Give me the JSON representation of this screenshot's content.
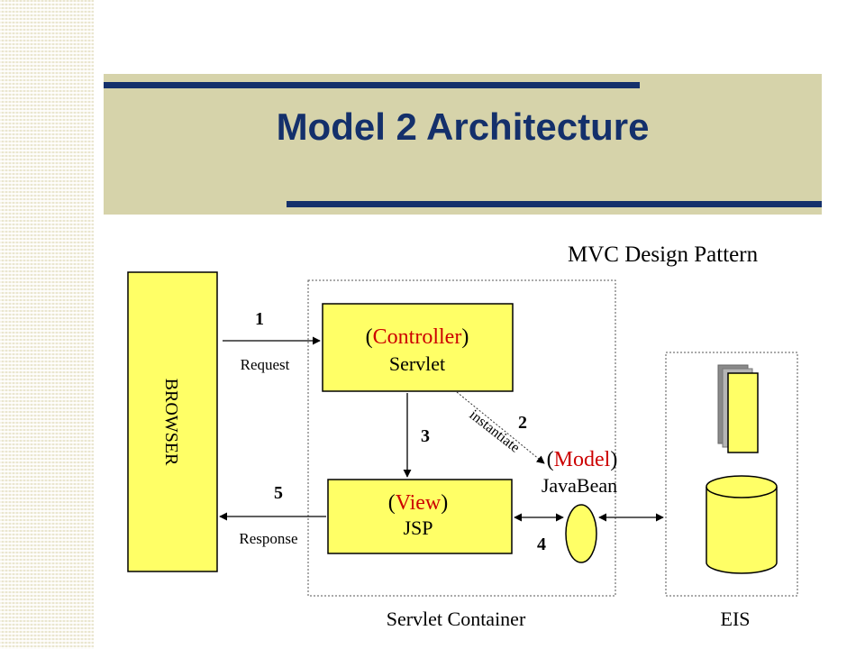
{
  "slide": {
    "title": "Model 2 Architecture"
  },
  "diagram": {
    "heading": "MVC Design Pattern",
    "browser_label": "BROWSER",
    "controller": {
      "role": "Controller",
      "name": "Servlet"
    },
    "view": {
      "role": "View",
      "name": "JSP"
    },
    "model": {
      "role": "Model",
      "name": "JavaBean"
    },
    "servlet_container_label": "Servlet Container",
    "eis_label": "EIS",
    "step_request": {
      "number": "1",
      "label": "Request"
    },
    "step_instantiate": {
      "number": "2",
      "label": "instantiate"
    },
    "step_forward": {
      "number": "3"
    },
    "step_model_access": {
      "number": "4"
    },
    "step_response": {
      "number": "5",
      "label": "Response"
    },
    "colors": {
      "box_fill": "#ffff66",
      "role_text": "#cc0000",
      "title_blue": "#14306b"
    }
  }
}
